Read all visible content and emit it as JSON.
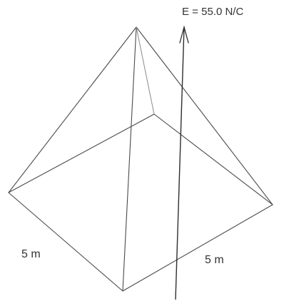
{
  "field": {
    "label": "E = 55.0 N/C"
  },
  "base": {
    "left_side_label": "5 m",
    "right_side_label": "5 m"
  }
}
